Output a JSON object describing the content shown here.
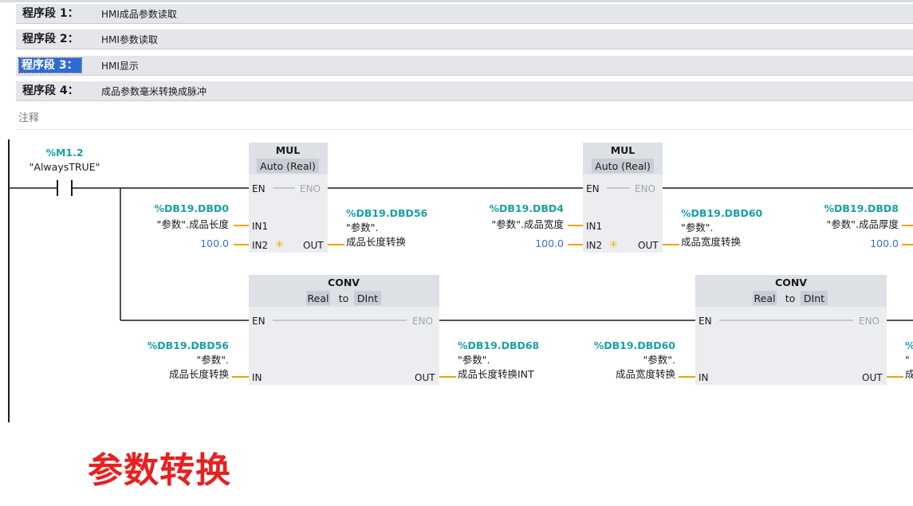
{
  "networks": [
    {
      "label": "程序段 1：",
      "title": "HMI成品参数读取",
      "selected": false
    },
    {
      "label": "程序段 2：",
      "title": "HMI参数读取",
      "selected": false
    },
    {
      "label": "程序段 3：",
      "title": "HMI显示",
      "selected": true
    },
    {
      "label": "程序段 4：",
      "title": "成品参数毫米转换成脉冲",
      "selected": false
    }
  ],
  "comment": "注释",
  "contact": {
    "address": "%M1.2",
    "symbol": "\"AlwaysTRUE\""
  },
  "blocks": {
    "mul1": {
      "title": "MUL",
      "type": "Auto (Real)",
      "en": "EN",
      "eno": "ENO",
      "in1": "IN1",
      "in2": "IN2",
      "out": "OUT",
      "in1_addr": "%DB19.DBD0",
      "in1_sym": "\"参数\".成品长度",
      "in2_const": "100.0",
      "out_addr": "%DB19.DBD56",
      "out_sym1": "\"参数\".",
      "out_sym2": "成品长度转换"
    },
    "mul2": {
      "title": "MUL",
      "type": "Auto (Real)",
      "en": "EN",
      "eno": "ENO",
      "in1": "IN1",
      "in2": "IN2",
      "out": "OUT",
      "in1_addr": "%DB19.DBD4",
      "in1_sym": "\"参数\".成品宽度",
      "in2_const": "100.0",
      "out_addr": "%DB19.DBD60",
      "out_sym1": "\"参数\".",
      "out_sym2": "成品宽度转换"
    },
    "mul3": {
      "in1_addr": "%DB19.DBD8",
      "in1_sym": "\"参数\".成品厚度",
      "in2_const": "100.0"
    },
    "conv1": {
      "title": "CONV",
      "type_from": "Real",
      "type_to_word": "to",
      "type_to": "DInt",
      "en": "EN",
      "eno": "ENO",
      "in": "IN",
      "out": "OUT",
      "in_addr": "%DB19.DBD56",
      "in_sym1": "\"参数\".",
      "in_sym2": "成品长度转换",
      "out_addr": "%DB19.DBD68",
      "out_sym1": "\"参数\".",
      "out_sym2": "成品长度转换INT"
    },
    "conv2": {
      "title": "CONV",
      "type_from": "Real",
      "type_to_word": "to",
      "type_to": "DInt",
      "en": "EN",
      "eno": "ENO",
      "in": "IN",
      "out": "OUT",
      "in_addr": "%DB19.DBD60",
      "in_sym1": "\"参数\".",
      "in_sym2": "成品宽度转换",
      "out_addr_partial": "%",
      "out_sym1_partial": "\"",
      "out_sym2_partial": "成"
    }
  },
  "overlay_title": "参数转换",
  "colors": {
    "address": "#1aa0a5",
    "constant": "#3b6fd4",
    "wire": "#f0a000",
    "overlay": "#e82020",
    "selected": "#2f6bd6"
  }
}
